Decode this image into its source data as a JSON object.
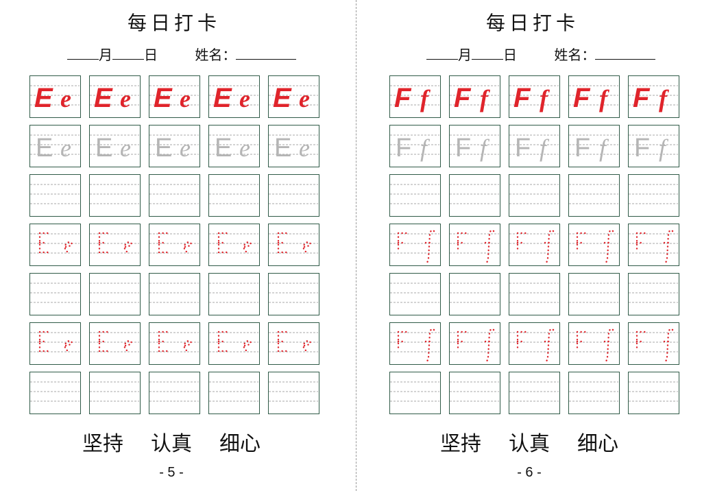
{
  "pages": [
    {
      "title": "每日打卡",
      "month_label": "月",
      "day_label": "日",
      "name_label": "姓名：",
      "slogan": [
        "坚持",
        "认真",
        "细心"
      ],
      "page_number": "- 5 -",
      "letter_upper": "E",
      "letter_lower": "e"
    },
    {
      "title": "每日打卡",
      "month_label": "月",
      "day_label": "日",
      "name_label": "姓名：",
      "slogan": [
        "坚持",
        "认真",
        "细心"
      ],
      "page_number": "- 6 -",
      "letter_upper": "F",
      "letter_lower": "f"
    }
  ],
  "row_styles": [
    "example",
    "gray",
    "empty",
    "dotted",
    "empty",
    "dotted",
    "empty"
  ],
  "colors": {
    "border": "#2f5a47",
    "guide": "#8a8a8a",
    "trace_gray": "#b5b5b5",
    "example_red": "#e0242b",
    "dot_red": "#e0242b"
  }
}
